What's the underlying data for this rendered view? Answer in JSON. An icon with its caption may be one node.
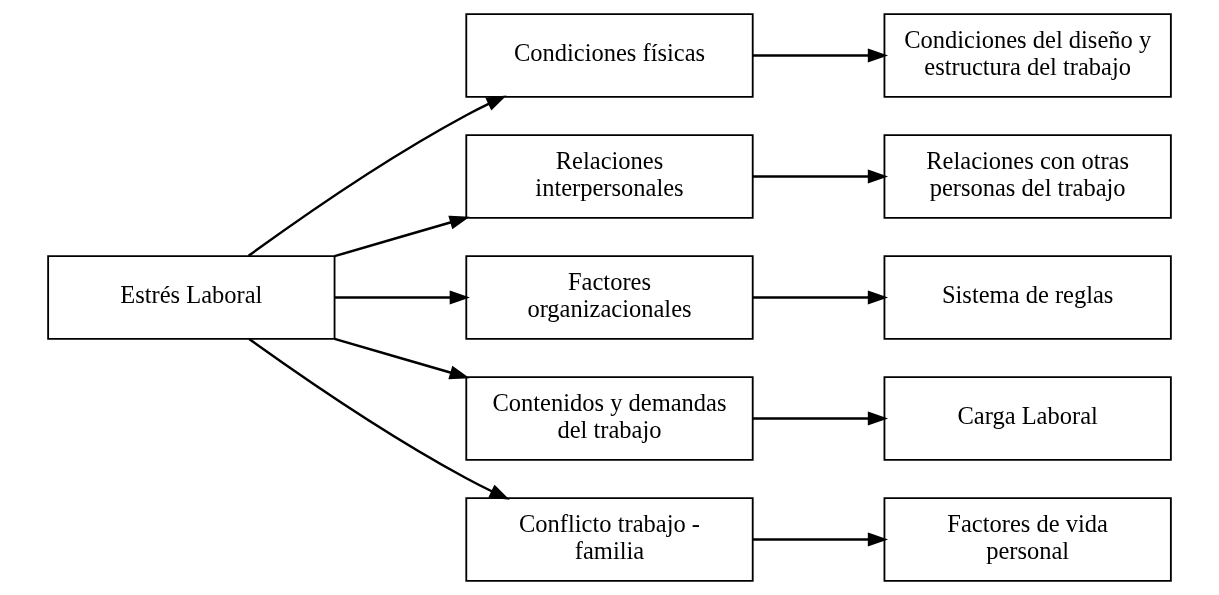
{
  "diagram": {
    "nodes": [
      {
        "text": [
          "Estrés Laboral"
        ]
      },
      {
        "text": [
          "Condiciones físicas"
        ]
      },
      {
        "text": [
          "Relaciones interpersonales"
        ]
      },
      {
        "text": [
          "Factores organizacionales"
        ]
      },
      {
        "text": [
          "Contenidos y demandas del trabajo"
        ]
      },
      {
        "text": [
          "Conflicto trabajo - familia"
        ]
      },
      {
        "text": [
          "Condiciones del diseño y estructura del trabajo"
        ]
      },
      {
        "text": [
          "Relaciones con otras personas del trabajo"
        ]
      },
      {
        "text": [
          "Sistema de reglas"
        ]
      },
      {
        "text": [
          "Carga Laboral"
        ]
      },
      {
        "text": [
          "Factores de vida personal"
        ]
      }
    ],
    "edges": [
      {
        "from": 0,
        "to": 1,
        "arrow": "to"
      },
      {
        "from": 0,
        "to": 2,
        "arrow": "to"
      },
      {
        "from": 0,
        "to": 3,
        "arrow": "to"
      },
      {
        "from": 0,
        "to": 4,
        "arrow": "to"
      },
      {
        "from": 0,
        "to": 5,
        "arrow": "to"
      },
      {
        "from": 1,
        "to": 6,
        "arrow": "to"
      },
      {
        "from": 2,
        "to": 7,
        "arrow": "to"
      },
      {
        "from": 3,
        "to": 8,
        "arrow": "to"
      },
      {
        "from": 4,
        "to": 9,
        "arrow": "to"
      },
      {
        "from": 5,
        "to": 10,
        "arrow": "to"
      }
    ]
  }
}
